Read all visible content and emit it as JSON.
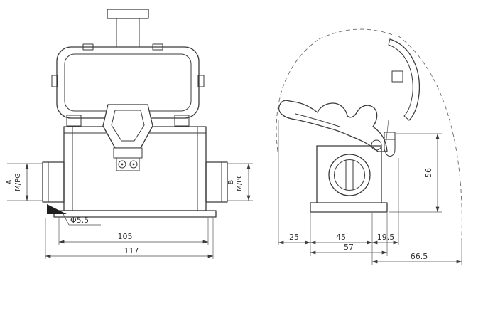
{
  "drawing": {
    "line_color": "#3a3a3a",
    "front_view": {
      "dims": {
        "hole": "Φ5.5",
        "inner_width": "105",
        "overall_width": "117"
      },
      "labels": {
        "a": "A",
        "a_thread": "M/PG",
        "b": "B",
        "b_thread": "M/PG"
      }
    },
    "side_view": {
      "dims": {
        "d25": "25",
        "d45": "45",
        "d19_5": "19.5",
        "d57": "57",
        "d66_5": "66.5",
        "d56": "56"
      }
    }
  }
}
